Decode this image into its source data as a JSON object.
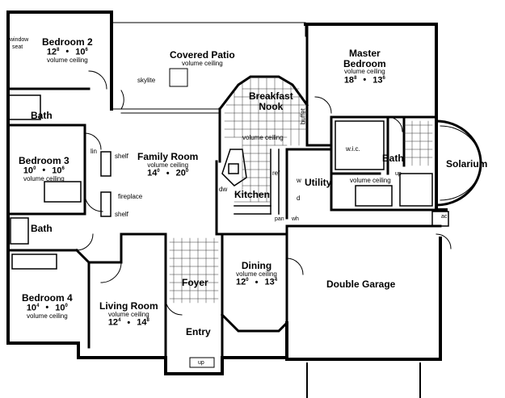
{
  "rooms": {
    "bedroom2": {
      "name": "Bedroom 2",
      "w": "12",
      "wf": "8",
      "d": "10",
      "df": "6",
      "note": "volume ceiling"
    },
    "bedroom3": {
      "name": "Bedroom 3",
      "w": "10",
      "wf": "0",
      "d": "10",
      "df": "6",
      "note": "volume ceiling"
    },
    "bedroom4": {
      "name": "Bedroom 4",
      "w": "10",
      "wf": "4",
      "d": "10",
      "df": "0",
      "note": "volume ceiling"
    },
    "master": {
      "name1": "Master",
      "name2": "Bedroom",
      "w": "18",
      "wf": "8",
      "d": "13",
      "df": "6",
      "note": "volume ceiling"
    },
    "family": {
      "name": "Family Room",
      "w": "14",
      "wf": "0",
      "d": "20",
      "df": "0",
      "note": "volume ceiling"
    },
    "living": {
      "name": "Living Room",
      "w": "12",
      "wf": "4",
      "d": "14",
      "df": "8",
      "note": "volume ceiling"
    },
    "dining": {
      "name": "Dining",
      "w": "12",
      "wf": "0",
      "d": "13",
      "df": "4",
      "note": "volume ceiling"
    },
    "patio": {
      "name": "Covered Patio",
      "note": "volume ceiling",
      "skylite": "skylite"
    },
    "nook": {
      "name1": "Breakfast",
      "name2": "Nook"
    },
    "kitchen": {
      "name": "Kitchen",
      "note": "volume ceiling"
    },
    "garage": {
      "name": "Double Garage"
    },
    "solarium": {
      "name": "Solarium"
    },
    "foyer": {
      "name": "Foyer"
    },
    "entry": {
      "name": "Entry"
    },
    "utility": {
      "name": "Utility"
    },
    "bath_master": {
      "name": "Bath",
      "note": "volume ceiling"
    }
  },
  "labels": {
    "bath": "Bath",
    "window_seat1": "window",
    "window_seat2": "seat",
    "lin": "lin",
    "shelf": "shelf",
    "fireplace": "fireplace",
    "buffet": "buffet",
    "wic": "w.i.c.",
    "up": "up",
    "ac": "ac",
    "ref": "ref",
    "dw": "dw",
    "pan": "pan",
    "wh": "wh",
    "w": "w",
    "d": "d"
  }
}
